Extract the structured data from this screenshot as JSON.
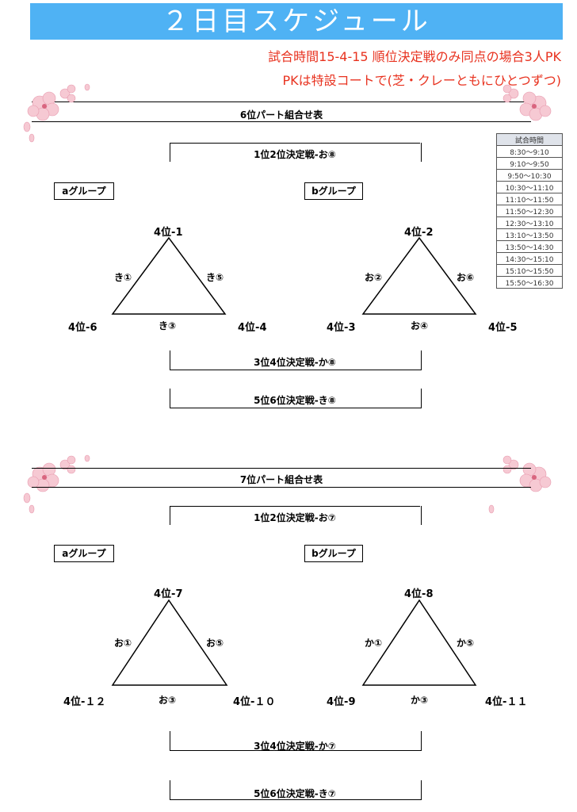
{
  "header": {
    "title": "２日目スケジュール",
    "note1": "試合時間15-4-15 順位決定戦のみ同点の場合3人PK",
    "note2": "PKは特設コートで(芝・クレーともにひとつずつ)"
  },
  "time_table": {
    "header": "試合時間",
    "rows": [
      "8:30～9:10",
      "9:10～9:50",
      "9:50～10:30",
      "10:30～11:10",
      "11:10～11:50",
      "11:50～12:30",
      "12:30～13:10",
      "13:10～13:50",
      "13:50～14:30",
      "14:30～15:10",
      "15:10～15:50",
      "15:50～16:30"
    ]
  },
  "sections": [
    {
      "title": "6位パート組合せ表",
      "final12": "1位2位決定戦-お⑧",
      "group_a": {
        "label": "aグループ",
        "top": "4位-1",
        "left": "4位-6",
        "right": "4位-4",
        "edge_left": "き①",
        "edge_right": "き⑤",
        "edge_bottom": "き③"
      },
      "group_b": {
        "label": "bグループ",
        "top": "4位-2",
        "left": "4位-3",
        "right": "4位-5",
        "edge_left": "お②",
        "edge_right": "お⑥",
        "edge_bottom": "お④"
      },
      "final34": "3位4位決定戦-か⑧",
      "final56": "5位6位決定戦-き⑧"
    },
    {
      "title": "7位パート組合せ表",
      "final12": "1位2位決定戦-お⑦",
      "group_a": {
        "label": "aグループ",
        "top": "4位-7",
        "left": "4位-１２",
        "right": "4位-１０",
        "edge_left": "お①",
        "edge_right": "お⑤",
        "edge_bottom": "お③"
      },
      "group_b": {
        "label": "bグループ",
        "top": "4位-8",
        "left": "4位-9",
        "right": "4位-１１",
        "edge_left": "か①",
        "edge_right": "か⑤",
        "edge_bottom": "か③"
      },
      "final34": "3位4位決定戦-か⑦",
      "final56": "5位6位決定戦-き⑦"
    }
  ]
}
